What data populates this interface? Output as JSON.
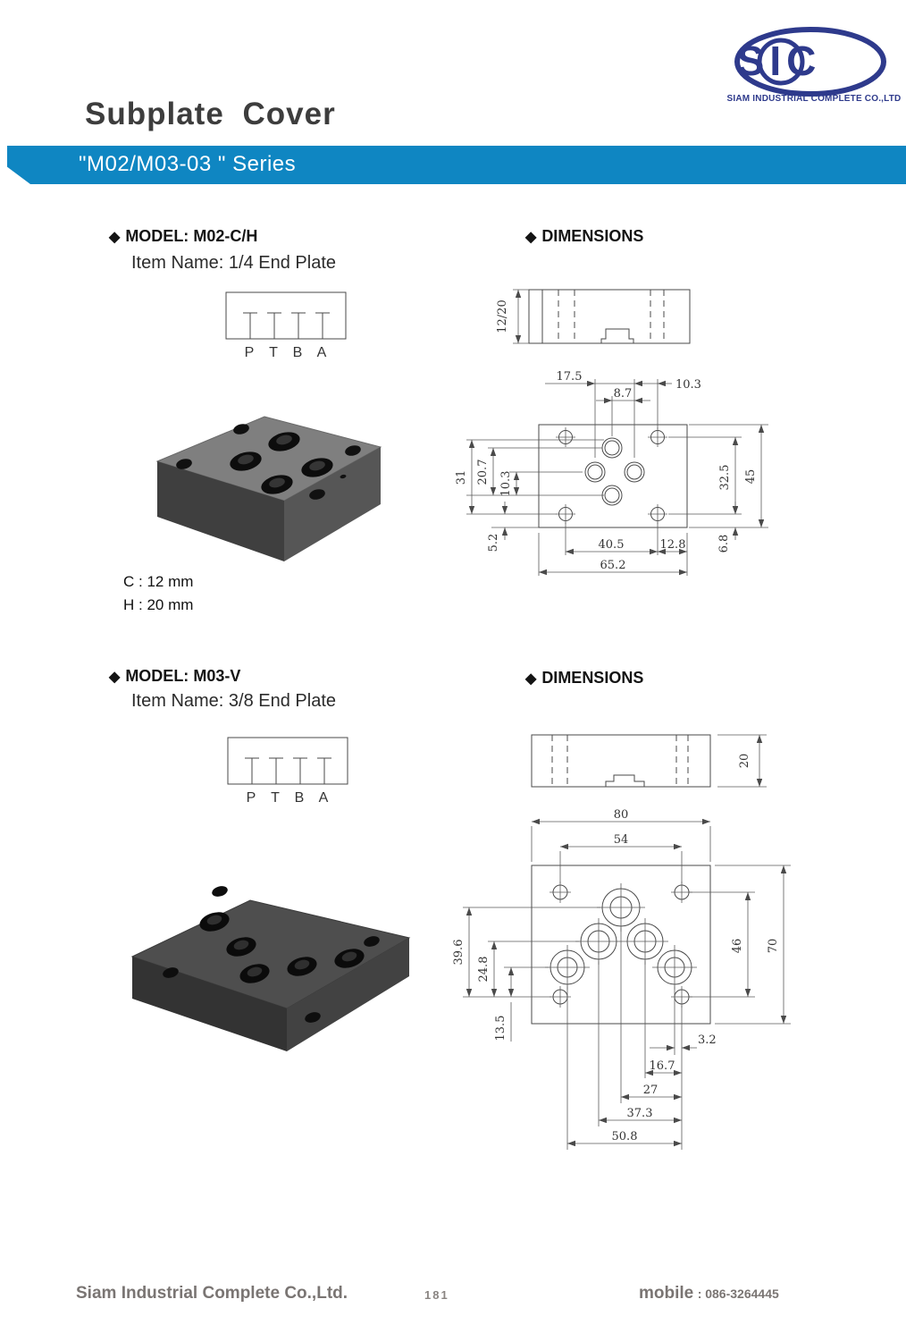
{
  "header": {
    "title": "Subplate Cover",
    "series": "\"M02/M03-03 \"  Series",
    "logo_text": "SIC",
    "logo_company": "SIAM INDUSTRIAL COMPLETE CO.,LTD"
  },
  "sections": [
    {
      "marker": "◆",
      "model_label": "MODEL:",
      "model_code": "M02-C/H",
      "item_name": "Item Name: 1/4 End Plate",
      "dims_title": "DIMENSIONS",
      "ports": [
        "P",
        "T",
        "B",
        "A"
      ],
      "note_c": "C : 12 mm",
      "note_h": "H : 20 mm",
      "side_dim": "12/20",
      "dims": {
        "d17_5": "17.5",
        "d8_7": "8.7",
        "d10_3_top": "10.3",
        "d31": "31",
        "d20_7": "20.7",
        "d10_3": "10.3",
        "d5_2": "5.2",
        "d32_5": "32.5",
        "d45": "45",
        "d6_8": "6.8",
        "d40_5": "40.5",
        "d12_8": "12.8",
        "d65_2": "65.2"
      }
    },
    {
      "marker": "◆",
      "model_label": "MODEL:",
      "model_code": "M03-V",
      "item_name": "Item Name: 3/8 End Plate",
      "dims_title": "DIMENSIONS",
      "ports": [
        "P",
        "T",
        "B",
        "A"
      ],
      "side_dim": "20",
      "dims": {
        "d80": "80",
        "d54": "54",
        "d39_6": "39.6",
        "d24_8": "24.8",
        "d13_5": "13.5",
        "d46": "46",
        "d70": "70",
        "d3_2": "3.2",
        "d16_7": "16.7",
        "d27": "27",
        "d37_3": "37.3",
        "d50_8": "50.8"
      }
    }
  ],
  "footer": {
    "company": "Siam Industrial Complete Co.,Ltd.",
    "page_number": "181",
    "mobile_label": "mobile",
    "mobile_value": ": 086-3264445"
  }
}
